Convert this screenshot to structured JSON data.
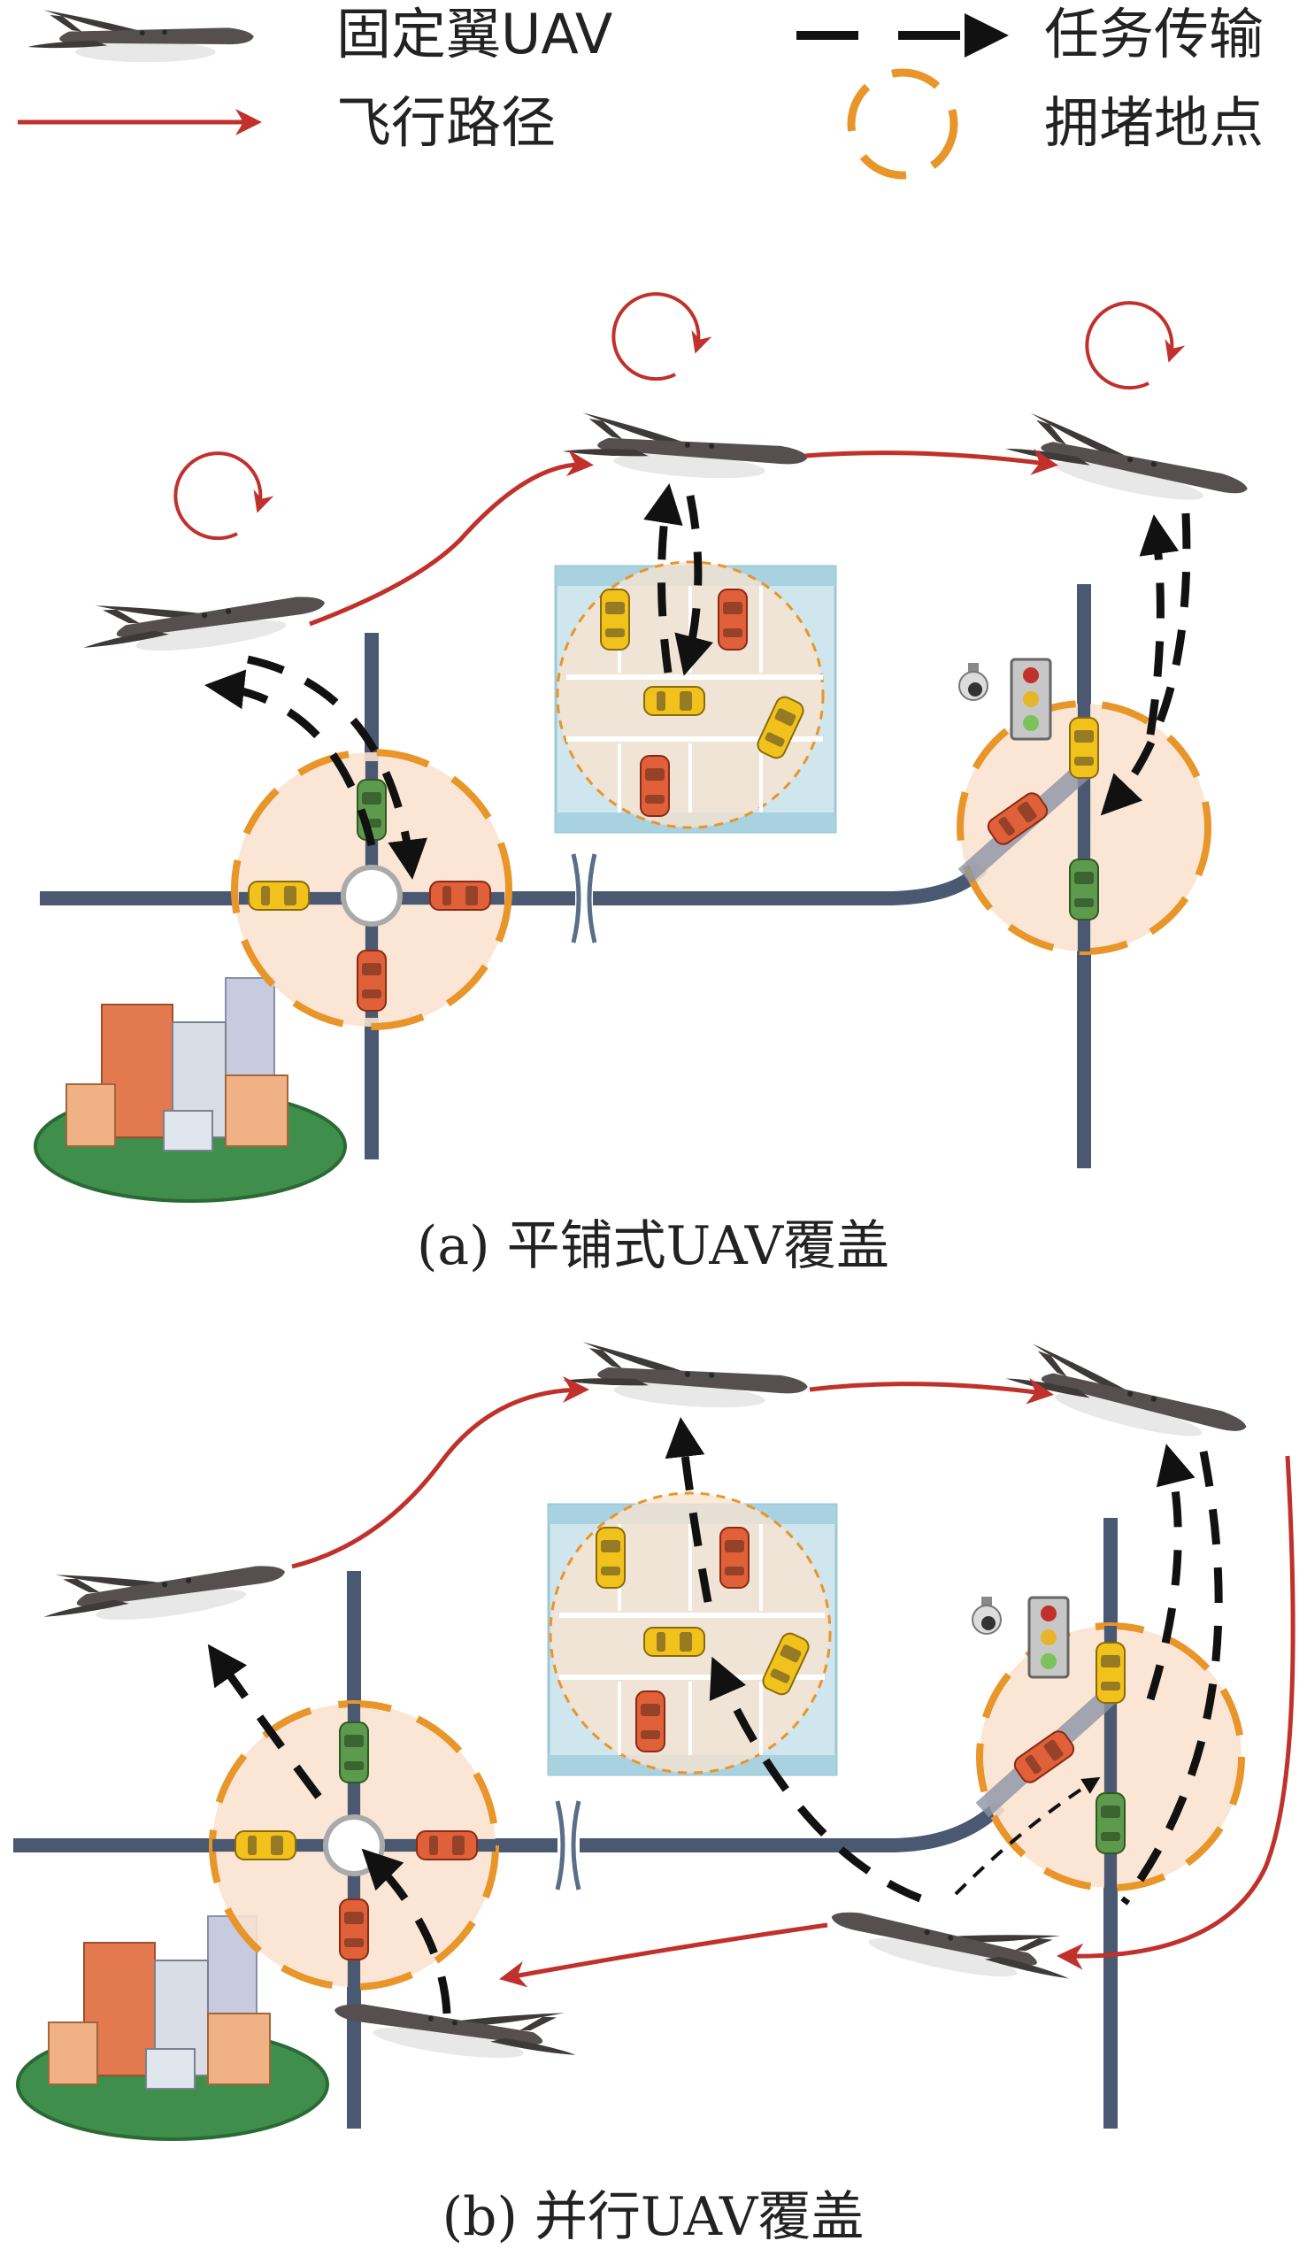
{
  "legend": {
    "uav_label": "固定翼UAV",
    "task_label": "任务传输",
    "path_label": "飞行路径",
    "congestion_label": "拥堵地点"
  },
  "captions": {
    "a": "(a) 平铺式UAV覆盖",
    "b": "(b) 并行UAV覆盖"
  },
  "colors": {
    "flight_path": "#c0312b",
    "task_arrow": "#111111",
    "congestion_ring": "#e8952a",
    "zone_fill": "#fbe3cf",
    "road": "#4a5872",
    "uav_body": "#55504f",
    "parking_lot": "#cfe6ee",
    "car_yellow": "#f2c21c",
    "car_red": "#e0603a",
    "car_green": "#5e9a4e",
    "building_orange": "#e2794f",
    "ground_green": "#3f8e4b"
  },
  "icons": [
    "uav-icon",
    "car-icon",
    "traffic-light-icon",
    "camera-icon",
    "building-icon",
    "bridge-icon"
  ]
}
